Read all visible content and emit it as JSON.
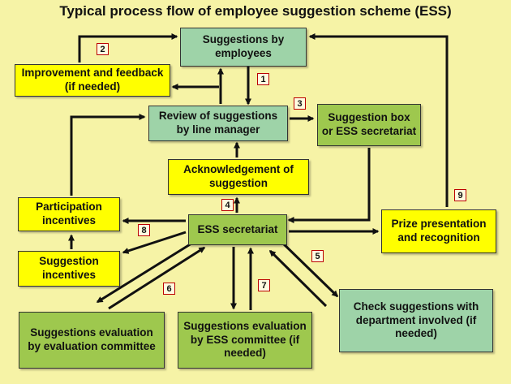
{
  "title": "Typical process flow of employee suggestion scheme (ESS)",
  "boxes": {
    "suggestions_by_employees": "Suggestions by employees",
    "improvement_feedback": "Improvement and feedback (if needed)",
    "review_line_manager": "Review of suggestions by line manager",
    "suggestion_box": "Suggestion box or ESS secretariat",
    "acknowledgement": "Acknowledgement of suggestion",
    "participation_incentives": "Participation incentives",
    "suggestion_incentives": "Suggestion incentives",
    "ess_secretariat": "ESS secretariat",
    "prize_presentation": "Prize presentation and recognition",
    "evaluation_committee": "Suggestions evaluation by evaluation committee",
    "ess_committee": "Suggestions evaluation by ESS committee (if needed)",
    "check_department": "Check suggestions with department involved (if needed)"
  },
  "steps": [
    "1",
    "2",
    "3",
    "4",
    "5",
    "6",
    "7",
    "8",
    "9"
  ],
  "colors": {
    "background": "#f6f3a6",
    "yellow_box": "#ffff00",
    "green_box": "#9ec84e",
    "teal_box": "#9ed3a8",
    "number_border": "#b00000",
    "arrow": "#111111"
  }
}
